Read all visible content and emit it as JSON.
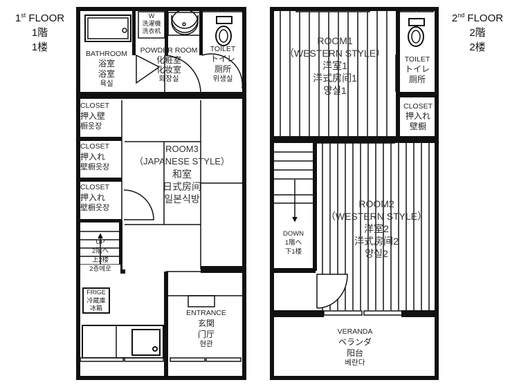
{
  "floor1": {
    "title_num": "1",
    "title_sup": "st",
    "title_word": "FLOOR",
    "title_ja": "1階",
    "title_zh": "1楼",
    "bathroom": {
      "en": "BATHROOM",
      "ja": "浴室",
      "zh": "浴室",
      "ko": "욕실"
    },
    "washer": {
      "en": "W",
      "ja": "洗濯機",
      "zh": "洗衣机"
    },
    "powder_room": {
      "en": "POWDER ROOM",
      "ja": "化粧室",
      "zh": "化妆室",
      "ko": "화장실"
    },
    "toilet": {
      "en": "TOILET",
      "ja": "トイレ",
      "zh": "厕所",
      "ko": "위생실"
    },
    "closet1": {
      "en": "CLOSET",
      "ja": "押入壁",
      "ko": "橱옷장"
    },
    "closet2": {
      "en": "CLOSET",
      "ja": "押入れ",
      "ko": "壁橱옷장"
    },
    "closet3": {
      "en": "CLOSET",
      "ja": "押入れ",
      "ko": "壁橱옷장"
    },
    "room3": {
      "en": "ROOM3",
      "style": "（JAPANESE STYLE）",
      "ja": "和室",
      "zh": "日式房间",
      "ko": "일본식방"
    },
    "stairs": {
      "en": "UP",
      "ja": "2階へ",
      "zh": "上2楼",
      "ko": "2층에로"
    },
    "fridge": {
      "en": "FRIGE",
      "ja": "冷蔵庫",
      "zh": "冰箱"
    },
    "entrance": {
      "en": "ENTRANCE",
      "ja": "玄関",
      "zh": "门厅",
      "ko": "현관"
    }
  },
  "floor2": {
    "title_num": "2",
    "title_sup": "nd",
    "title_word": "FLOOR",
    "title_ja": "2階",
    "title_zh": "2楼",
    "room1": {
      "en": "ROOM1",
      "style": "（WESTERN STYLE）",
      "ja": "洋室1",
      "zh": "洋式房间1",
      "ko": "양실1"
    },
    "toilet": {
      "en": "TOILET",
      "ja": "トイレ",
      "zh": "厕所"
    },
    "closet": {
      "en": "CLOSET",
      "ja": "押入れ",
      "zh": "壁橱"
    },
    "room2": {
      "en": "ROOM2",
      "style": "（WESTERN STYLE）",
      "ja": "洋室2",
      "zh": "洋式房间2",
      "ko": "양실2"
    },
    "stairs": {
      "en": "DOWN",
      "ja": "1階へ",
      "zh": "下1楼"
    },
    "veranda": {
      "en": "VERANDA",
      "ja": "ベランダ",
      "zh": "阳台",
      "ko": "베란다"
    }
  }
}
